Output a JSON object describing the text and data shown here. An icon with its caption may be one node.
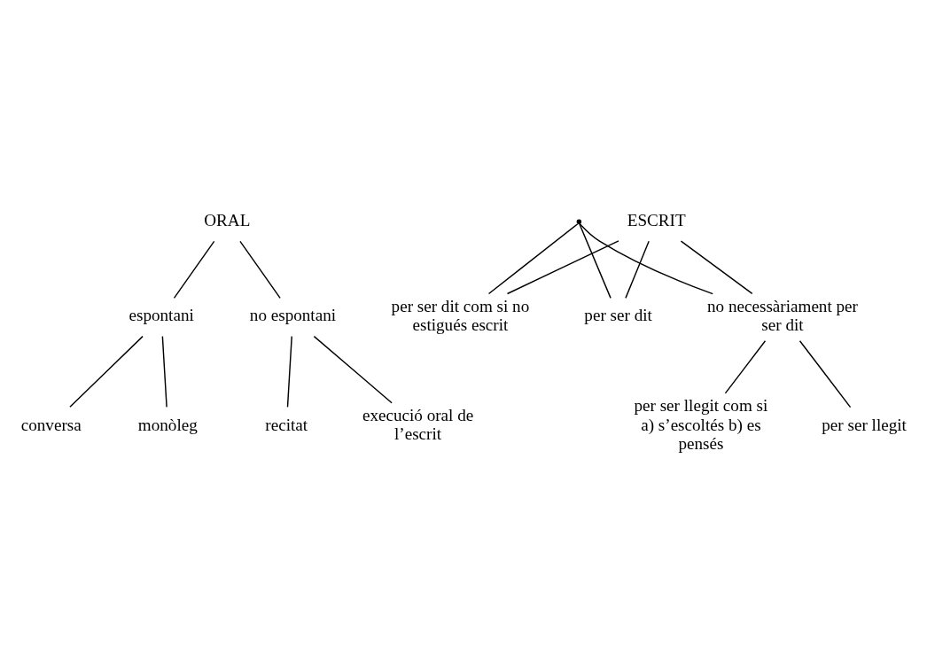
{
  "diagram": {
    "nodes": [
      {
        "text": [
          "ORAL"
        ]
      },
      {
        "text": [
          "espontani"
        ]
      },
      {
        "text": [
          "no espontani"
        ]
      },
      {
        "text": [
          "conversa"
        ]
      },
      {
        "text": [
          "monòleg"
        ]
      },
      {
        "text": [
          "recitat"
        ]
      },
      {
        "text": [
          "execució oral de l’escrit"
        ]
      },
      {
        "text": [],
        "shape": "point"
      },
      {
        "text": [
          "ESCRIT"
        ]
      },
      {
        "text": [
          "per ser dit com si no estigués escrit"
        ]
      },
      {
        "text": [
          "per ser dit"
        ]
      },
      {
        "text": [
          "no necessàriament per ser dit"
        ]
      },
      {
        "text": [
          "per ser llegit com si a) s’escoltés b) es pensés"
        ]
      },
      {
        "text": [
          "per ser llegit"
        ]
      }
    ],
    "edges": [
      {
        "from": 0,
        "to": 1,
        "arrow": "none"
      },
      {
        "from": 0,
        "to": 2,
        "arrow": "none"
      },
      {
        "from": 1,
        "to": 3,
        "arrow": "none"
      },
      {
        "from": 1,
        "to": 4,
        "arrow": "none"
      },
      {
        "from": 2,
        "to": 5,
        "arrow": "none"
      },
      {
        "from": 2,
        "to": 6,
        "arrow": "none"
      },
      {
        "from": 7,
        "to": 9,
        "arrow": "none"
      },
      {
        "from": 7,
        "to": 10,
        "arrow": "none"
      },
      {
        "from": 7,
        "to": 11,
        "arrow": "none"
      },
      {
        "from": 8,
        "to": 9,
        "arrow": "none"
      },
      {
        "from": 8,
        "to": 10,
        "arrow": "none"
      },
      {
        "from": 8,
        "to": 11,
        "arrow": "none"
      },
      {
        "from": 11,
        "to": 12,
        "arrow": "none"
      },
      {
        "from": 11,
        "to": 13,
        "arrow": "none"
      }
    ]
  }
}
